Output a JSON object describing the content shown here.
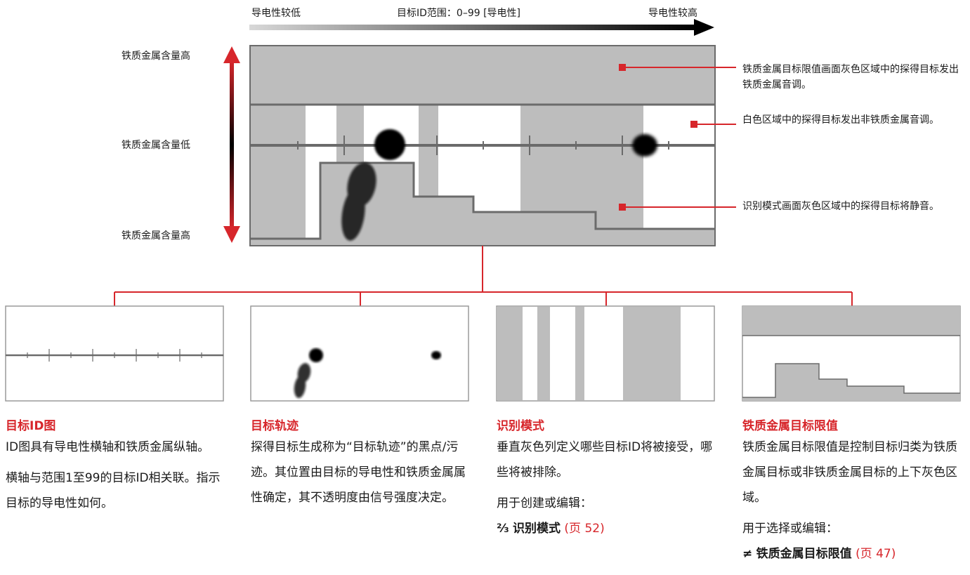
{
  "header": {
    "left_label": "导电性较低",
    "center_label": "目标ID范围：0–99 [导电性]",
    "right_label": "导电性较高"
  },
  "y_axis_labels": {
    "top": "铁质金属含量高",
    "middle": "铁质金属含量低",
    "bottom": "铁质金属含量高"
  },
  "callouts": {
    "ferrous_limits": "铁质金属目标限值画面灰色区域中的探得目标发出铁质金属音调。",
    "white_region": "白色区域中的探得目标发出非铁质金属音调。",
    "discrimination": "识别模式画面灰色区域中的探得目标将静音。"
  },
  "panels": [
    {
      "title": "目标ID图",
      "paragraphs": [
        "ID图具有导电性横轴和铁质金属纵轴。",
        "横轴与范围1至99的目标ID相关联。指示目标的导电性如何。"
      ]
    },
    {
      "title": "目标轨迹",
      "paragraphs": [
        "探得目标生成称为“目标轨迹”的黑点/污迹。其位置由目标的导电性和铁质金属属性确定，其不透明度由信号强度决定。"
      ]
    },
    {
      "title": "识别模式",
      "paragraphs": [
        "垂直灰色列定义哪些目标ID将被接受，哪些将被排除。",
        "用于创建或编辑："
      ],
      "link": {
        "icon": "discrimination-pattern-icon",
        "label": "识别模式",
        "page": "(页 52)"
      }
    },
    {
      "title": "铁质金属目标限值",
      "paragraphs": [
        "铁质金属目标限值是控制目标归类为铁质金属目标或非铁质金属目标的上下灰色区域。",
        "用于选择或编辑："
      ],
      "link": {
        "icon": "ferrous-limits-icon",
        "label": "铁质金属目标限值",
        "page": "(页 47)"
      }
    }
  ],
  "colors": {
    "accent": "#d7262b",
    "gray_region": "#bdbdbd",
    "axis_line": "#6b6b6b",
    "text": "#1a1a1a"
  }
}
